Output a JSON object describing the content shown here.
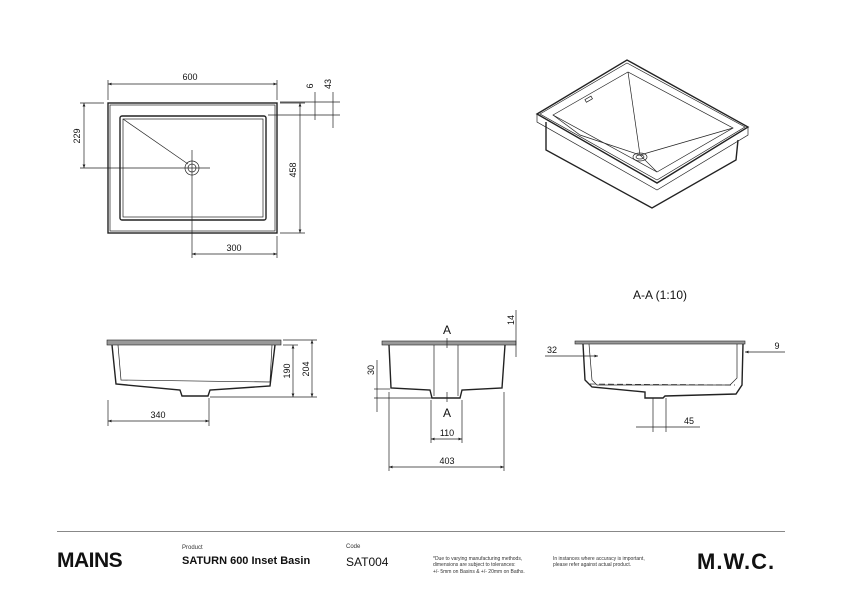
{
  "drawing": {
    "top_view": {
      "width": "600",
      "drain_offset_y": "229",
      "length": "458",
      "drain_offset_x": "300",
      "rim_thickness": "6",
      "rim_depth": "43"
    },
    "side_view": {
      "height_body": "190",
      "height_total": "204",
      "drain_offset": "340"
    },
    "front_view": {
      "section_mark_top": "A",
      "section_mark_bottom": "A",
      "drain_height": "30",
      "rim_height": "14",
      "drain_width": "110",
      "overall_width": "403"
    },
    "section": {
      "title": "A-A (1:10)",
      "left_wall": "32",
      "right_wall": "9",
      "drain_dim": "45"
    }
  },
  "footer": {
    "brand_left": "MAINS",
    "product_label": "Product",
    "product_value": "SATURN 600 Inset Basin",
    "code_label": "Code",
    "code_value": "SAT004",
    "note_tolerance": [
      "*Due to varying manufacturing methods,",
      "dimensions are subject to tolerances:",
      "+/- 5mm on Basins & +/- 20mm on Baths."
    ],
    "note_accuracy": [
      "In instances where accuracy is important,",
      "please refer against actual product."
    ],
    "brand_right": "M.W.C."
  }
}
